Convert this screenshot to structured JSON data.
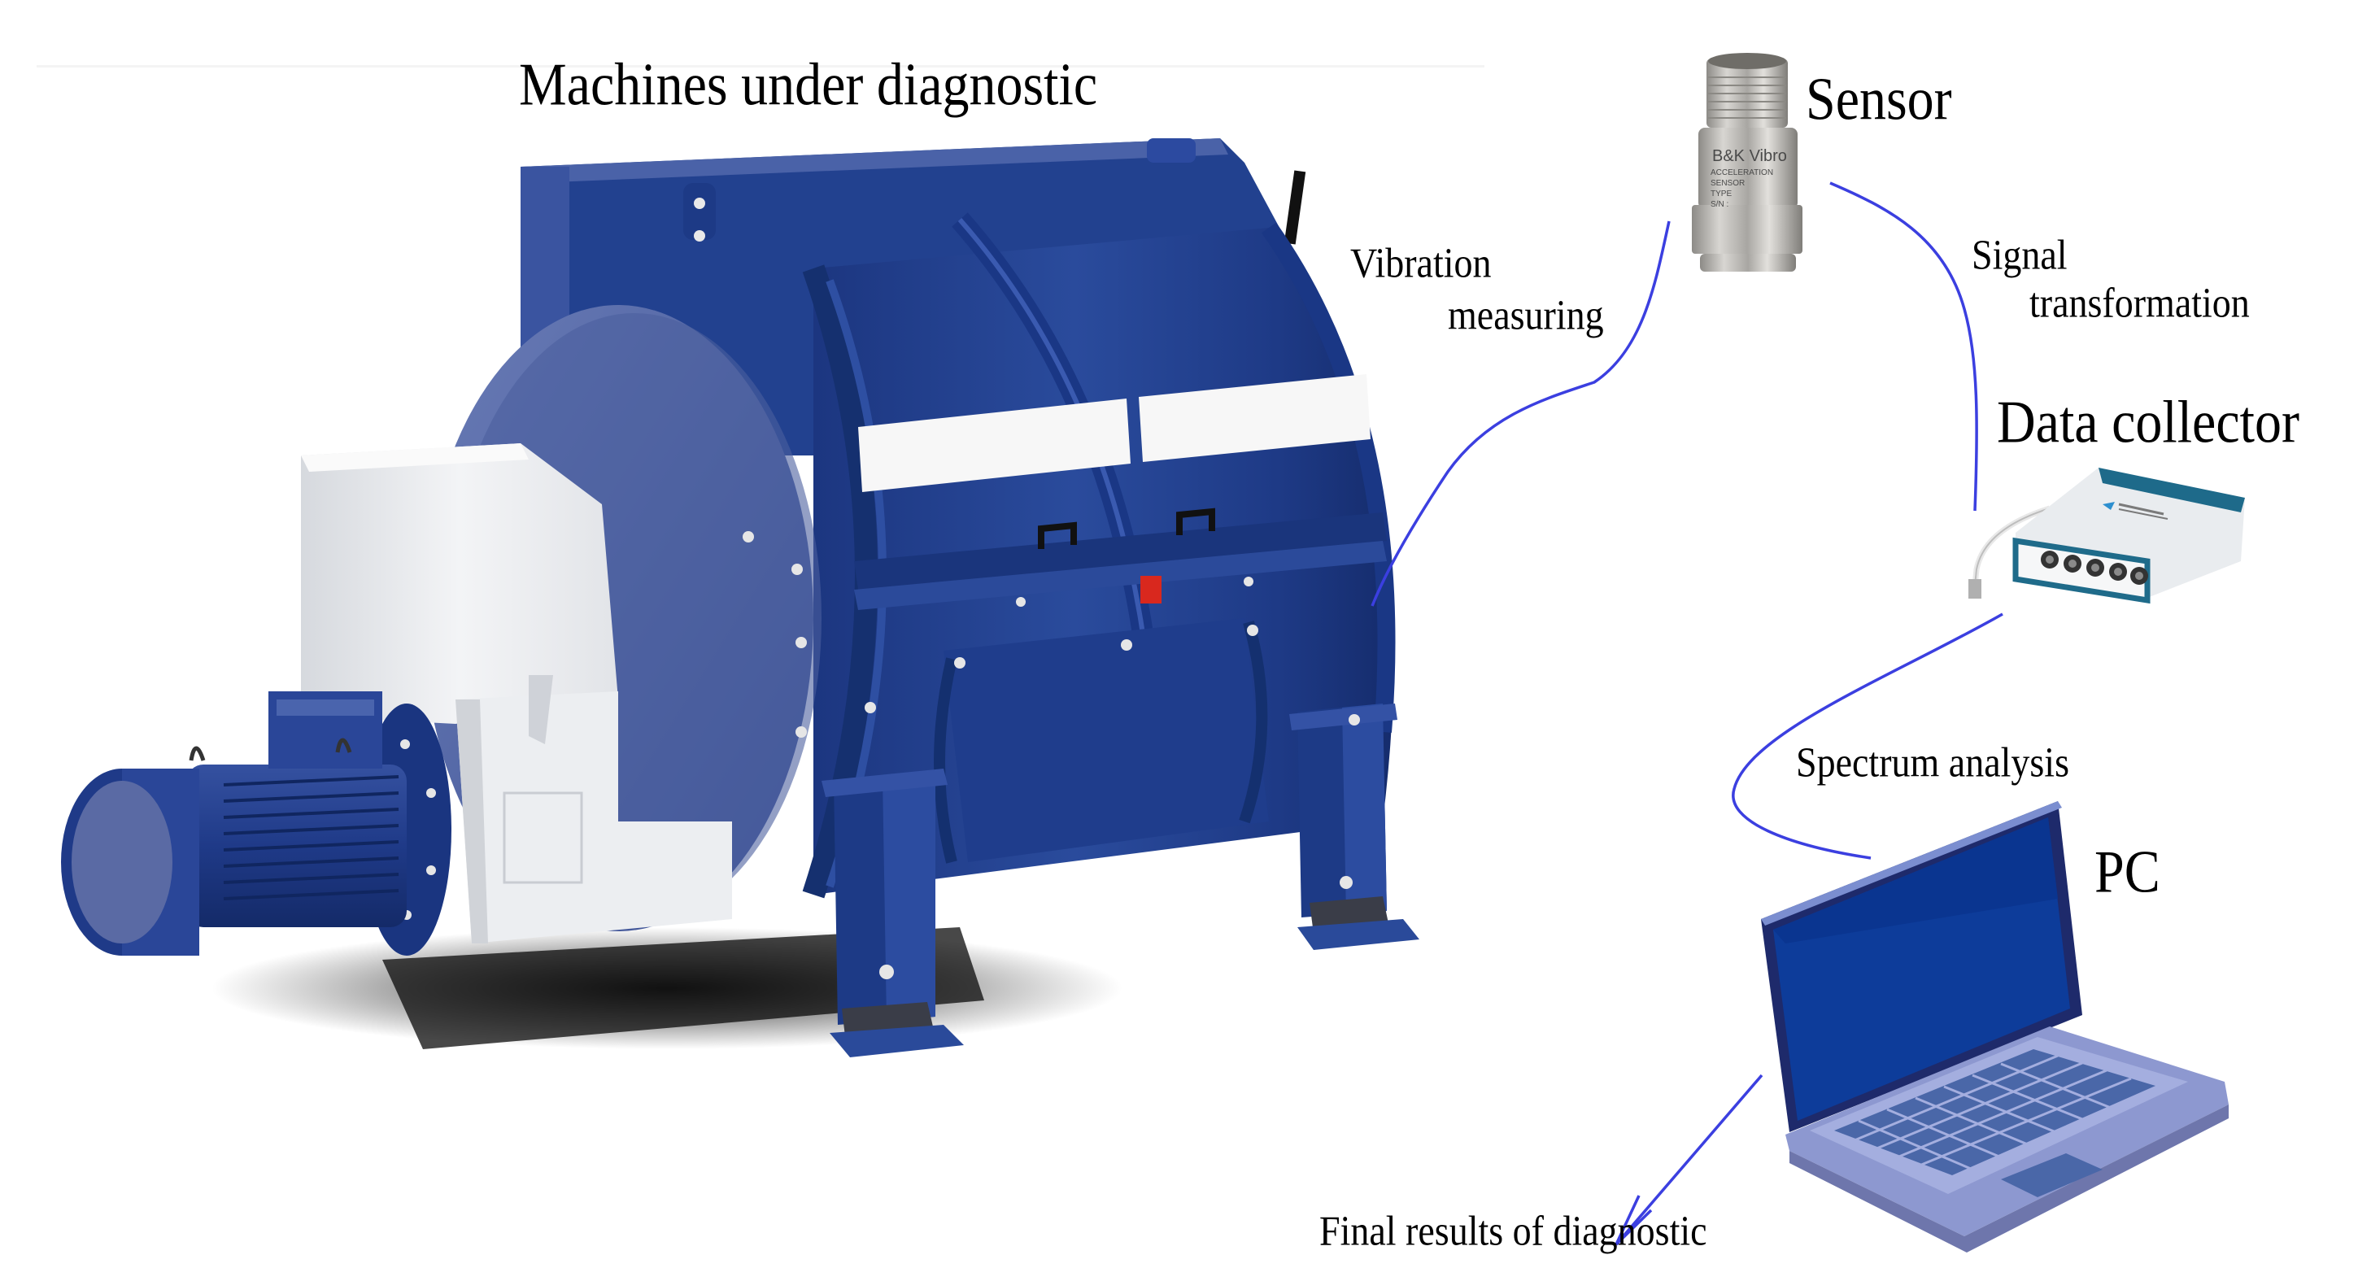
{
  "title": "Machines under diagnostic",
  "colors": {
    "flow_line": "#3b3fe0",
    "machine_blue_dark": "#1a3275",
    "machine_blue": "#24418f",
    "machine_blue_light": "#4d64a8",
    "housing_white": "#eef0f2",
    "laptop_screen": "#0d3c9a",
    "laptop_bezel": "#1e2a6b",
    "laptop_base": "#8d98d0",
    "laptop_keys": "#4a67a8",
    "text": "#000000"
  },
  "nodes": {
    "machine": {
      "label": "Machines under diagnostic",
      "icon": "industrial-machine-icon"
    },
    "sensor": {
      "label": "Sensor",
      "icon": "accelerometer-sensor-icon",
      "engraving": {
        "brand": "B&K Vibro",
        "line1": "ACCELERATION",
        "line2": "SENSOR",
        "type_label": "TYPE",
        "sn_label": "S/N :"
      }
    },
    "data_collector": {
      "label": "Data collector",
      "icon": "daq-device-icon"
    },
    "pc": {
      "label": "PC",
      "icon": "laptop-icon"
    },
    "result": {
      "label": "Final results of diagnostic"
    }
  },
  "edges": [
    {
      "from": "machine",
      "to": "sensor",
      "label_line1": "Vibration",
      "label_line2": "measuring"
    },
    {
      "from": "sensor",
      "to": "data_collector",
      "label_line1": "Signal",
      "label_line2": "transformation"
    },
    {
      "from": "data_collector",
      "to": "pc",
      "label": "Spectrum analysis"
    },
    {
      "from": "pc",
      "to": "result",
      "arrow": true
    }
  ]
}
